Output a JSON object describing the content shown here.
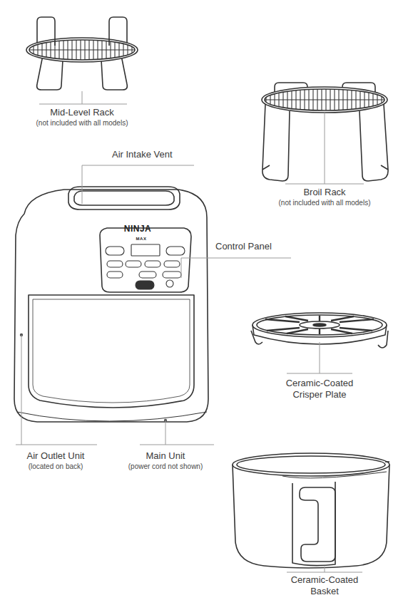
{
  "diagram": {
    "labels": [
      "Mid-Level Rack",
      "(not included with all models)",
      "Broil Rack",
      "(not included with all models)",
      "Air Intake Vent",
      "Control Panel",
      "NINJA",
      "MAX",
      "Ceramic-Coated Crisper Plate",
      "Air Outlet Unit",
      "(located on back)",
      "Main Unit",
      "(power cord not shown)",
      "Ceramic-Coated Basket"
    ]
  }
}
